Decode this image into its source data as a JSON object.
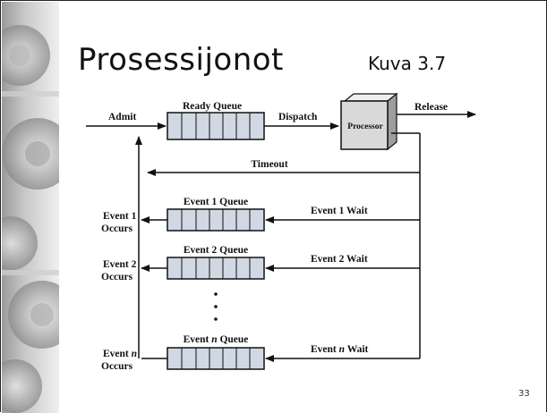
{
  "slide": {
    "title": "Prosessijonot",
    "figure_ref": "Kuva 3.7",
    "page_number": "33"
  },
  "diagram": {
    "ready_queue_label": "Ready Queue",
    "admit_label": "Admit",
    "dispatch_label": "Dispatch",
    "processor_label": "Processor",
    "release_label": "Release",
    "timeout_label": "Timeout",
    "event_queues": [
      {
        "queue_label": "Event 1 Queue",
        "queue_num": "1",
        "wait_label": "Event 1 Wait",
        "wait_num": "1",
        "occurs_line1": "Event 1",
        "occurs_num": "1",
        "occurs_line2": "Occurs"
      },
      {
        "queue_label": "Event 2 Queue",
        "queue_num": "2",
        "wait_label": "Event 2 Wait",
        "wait_num": "2",
        "occurs_line1": "Event 2",
        "occurs_num": "2",
        "occurs_line2": "Occurs"
      },
      {
        "queue_label": "Event n Queue",
        "queue_num": "n",
        "wait_label": "Event n Wait",
        "wait_num": "n",
        "occurs_line1": "Event n",
        "occurs_num": "n",
        "occurs_line2": "Occurs"
      }
    ]
  },
  "colors": {
    "queue_fill": "#cfd8e3",
    "processor_fill": "#d9d9d9",
    "line": "#111111"
  }
}
